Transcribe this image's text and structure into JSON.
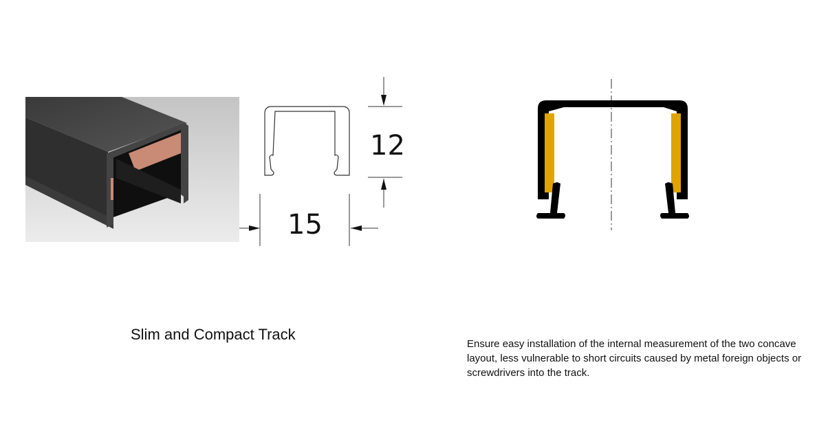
{
  "left_panel": {
    "caption": "Slim and Compact Track",
    "dimensions": {
      "height_label": "12",
      "width_label": "15"
    }
  },
  "right_panel": {
    "description": "Ensure easy installation of the internal measurement of the two concave layout, less vulnerable to short circuits caused by metal foreign objects or screwdrivers into the track."
  },
  "colors": {
    "track_body": "#2b2b2b",
    "copper_strip": "#c98a76",
    "conductor_yellow": "#e0a400",
    "outline": "#333333"
  }
}
